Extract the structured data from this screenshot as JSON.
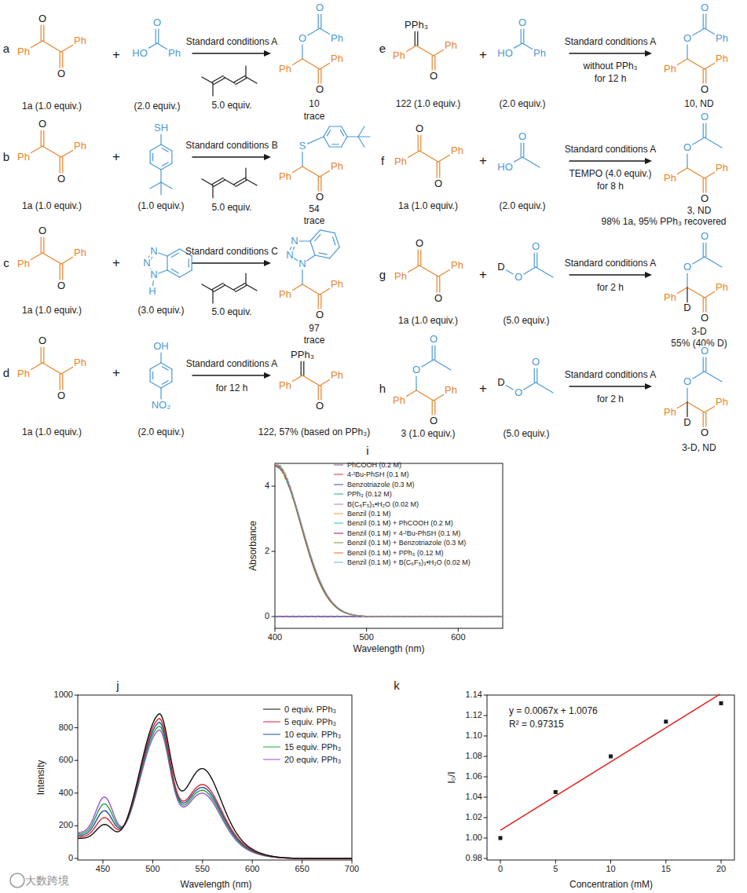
{
  "diagram": {
    "labels": [
      "a",
      "O",
      "Ph",
      "Ph",
      "O",
      "1a (1.0 equiv.)",
      "+",
      "O",
      "HO",
      "Ph",
      "(2.0 equiv.)",
      "Standard conditions A",
      "5.0 equiv.",
      "O",
      "O",
      "Ph",
      "Ph",
      "Ph",
      "O",
      "10",
      "trace",
      "b",
      "O",
      "Ph",
      "Ph",
      "O",
      "1a (1.0 equiv.)",
      "+",
      "SH",
      "(1.0 equiv.)",
      "Standard conditions B",
      "5.0 equiv.",
      "S",
      "Ph",
      "Ph",
      "O",
      "54",
      "trace",
      "c",
      "O",
      "Ph",
      "Ph",
      "O",
      "1a (1.0 equiv.)",
      "+",
      "N",
      "N",
      "N",
      "H",
      "(3.0 equiv.)",
      "Standard conditions C",
      "5.0 equiv.",
      "N",
      "N",
      "N",
      "Ph",
      "Ph",
      "O",
      "97",
      "trace",
      "d",
      "O",
      "Ph",
      "Ph",
      "O",
      "1a (1.0 equiv.)",
      "+",
      "OH",
      "NO₂",
      "(2.0 equiv.)",
      "Standard conditions A",
      "for 12 h",
      "PPh₃",
      "Ph",
      "Ph",
      "O",
      "122, 57% (based on PPh₃)",
      "e",
      "PPh₃",
      "Ph",
      "Ph",
      "O",
      "122 (1.0 equiv.)",
      "+",
      "O",
      "HO",
      "Ph",
      "(2.0 equiv.)",
      "Standard conditions A",
      "without PPh₃",
      "for 12 h",
      "O",
      "O",
      "Ph",
      "Ph",
      "Ph",
      "O",
      "10, ND",
      "f",
      "O",
      "Ph",
      "Ph",
      "O",
      "1a (1.0 equiv.)",
      "+",
      "O",
      "HO",
      "(2.0 equiv.)",
      "Standard conditions A",
      "TEMPO (4.0 equiv.)",
      "for 8 h",
      "O",
      "O",
      "Ph",
      "Ph",
      "O",
      "3, ND",
      "98% 1a, 95% PPh₃ recovered",
      "g",
      "O",
      "Ph",
      "Ph",
      "O",
      "1a (1.0 equiv.)",
      "+",
      "O",
      "D",
      "O",
      "(5.0 equiv.)",
      "Standard conditions A",
      "for 2 h",
      "O",
      "O",
      "Ph",
      "Ph",
      "D",
      "O",
      "3-D",
      "55% (40% D)",
      "h",
      "O",
      "O",
      "Ph",
      "Ph",
      "O",
      "3 (1.0 equiv.)",
      "+",
      "O",
      "D",
      "O",
      "(5.0 equiv.)",
      "Standard conditions A",
      "for 2 h",
      "O",
      "O",
      "Ph",
      "Ph",
      "D",
      "O",
      "3-D, ND",
      "i",
      "Absorbance",
      "Wavelength (nm)",
      "0",
      "2",
      "4",
      "400",
      "500",
      "600",
      "j",
      "Intensity",
      "Wavelength (nm)",
      "0",
      "200",
      "400",
      "600",
      "800",
      "1000",
      "450",
      "500",
      "550",
      "600",
      "650",
      "700",
      "k",
      "y = 0.0067x + 1.0076",
      "R² = 0.97315",
      "I₀/I",
      "Concentration (mM)",
      "0.98",
      "1.00",
      "1.02",
      "1.04",
      "1.06",
      "1.08",
      "1.10",
      "1.12",
      "1.14",
      "0",
      "5",
      "10",
      "15",
      "20",
      "大数跨境"
    ],
    "legend": [
      {
        "text": "PhCOOH (0.2 M)"
      },
      {
        "text": "4-ᵗBu-PhSH (0.1 M)"
      },
      {
        "text": "Benzotriazole (0.3 M)"
      },
      {
        "text": "PPh₃ (0.12 M)"
      },
      {
        "text": "B(C₆F₅)₃•H₂O (0.02 M)"
      },
      {
        "text": "Benzil (0.1 M)"
      },
      {
        "text": "Benzil (0.1 M) + PhCOOH (0.2 M)"
      },
      {
        "text": "Benzil (0.1 M) + 4-ᵗBu-PhSH (0.1 M)"
      },
      {
        "text": "Benzil (0.1 M) + Benzotriazole (0.3 M)"
      },
      {
        "text": "Benzil (0.1 M) + PPh₃ (0.12 M)"
      },
      {
        "text": "Benzil (0.1 M) + B(C₆F₅)₃•H₂O (0.02 M)"
      },
      {
        "text": "0 equiv. PPh₃"
      },
      {
        "text": "5 equiv. PPh₃"
      },
      {
        "text": "10 equiv. PPh₃"
      },
      {
        "text": "15 equiv. PPh₃"
      },
      {
        "text": "20 equiv. PPh₃"
      }
    ]
  }
}
